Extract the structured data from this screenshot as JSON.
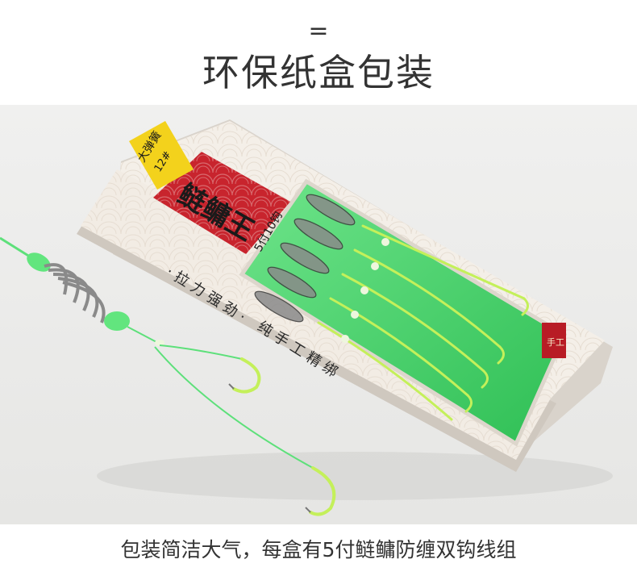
{
  "header": {
    "mark": "=",
    "title": "环保纸盒包装"
  },
  "product": {
    "spring_size_label": "大弹簧",
    "hook_size": "12#",
    "brand_lettering": "鲢鳙王",
    "slogan_1": "· 拉 力 强 劲 ·",
    "slogan_2": "纯 手 工 精 绑",
    "qty_label": "5付10钩",
    "badge": "手工",
    "colors": {
      "box": "#f4efe8",
      "band": "#c8242d",
      "tag": "#f3d21c",
      "line": "#5de07a",
      "tray": "#46d86a"
    }
  },
  "footer": {
    "caption": "包装简洁大气，每盒有5付鲢鳙防缠双钩线组"
  }
}
